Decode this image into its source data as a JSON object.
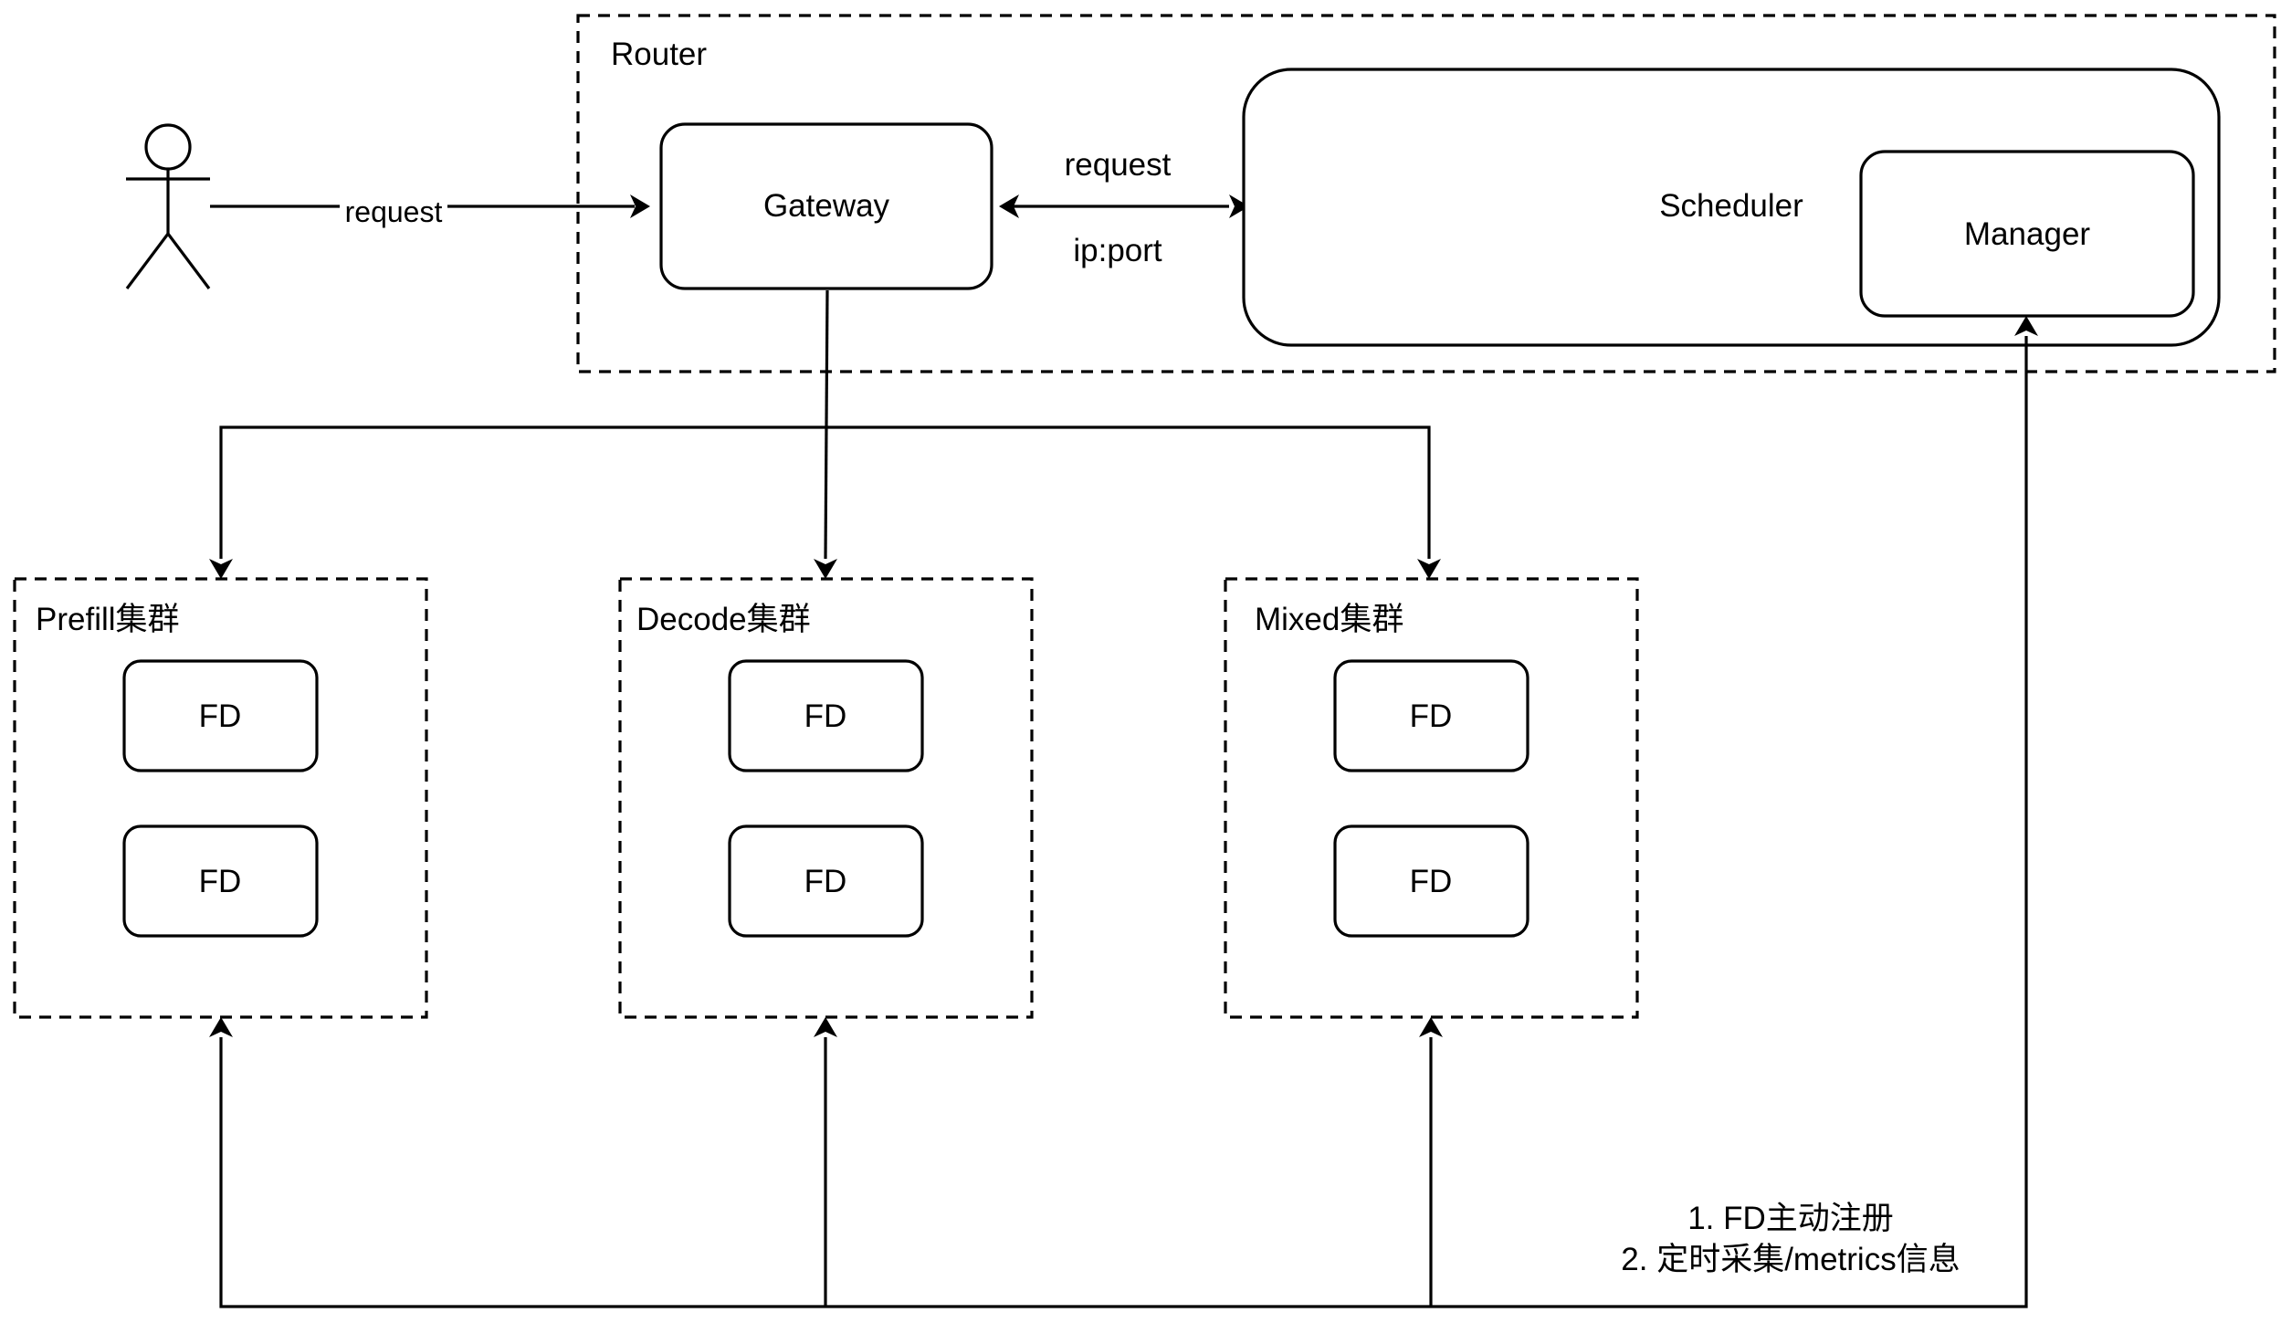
{
  "router": {
    "label": "Router"
  },
  "user": {
    "request_label": "request"
  },
  "gateway": {
    "label": "Gateway"
  },
  "scheduler_link": {
    "top_label": "request",
    "bottom_label": "ip:port"
  },
  "scheduler": {
    "label": "Scheduler"
  },
  "manager": {
    "label": "Manager"
  },
  "clusters": [
    {
      "label": "Prefill集群",
      "nodes": [
        "FD",
        "FD"
      ]
    },
    {
      "label": "Decode集群",
      "nodes": [
        "FD",
        "FD"
      ]
    },
    {
      "label": "Mixed集群",
      "nodes": [
        "FD",
        "FD"
      ]
    }
  ],
  "note": {
    "line1": "1. FD主动注册",
    "line2": "2. 定时采集/metrics信息"
  }
}
